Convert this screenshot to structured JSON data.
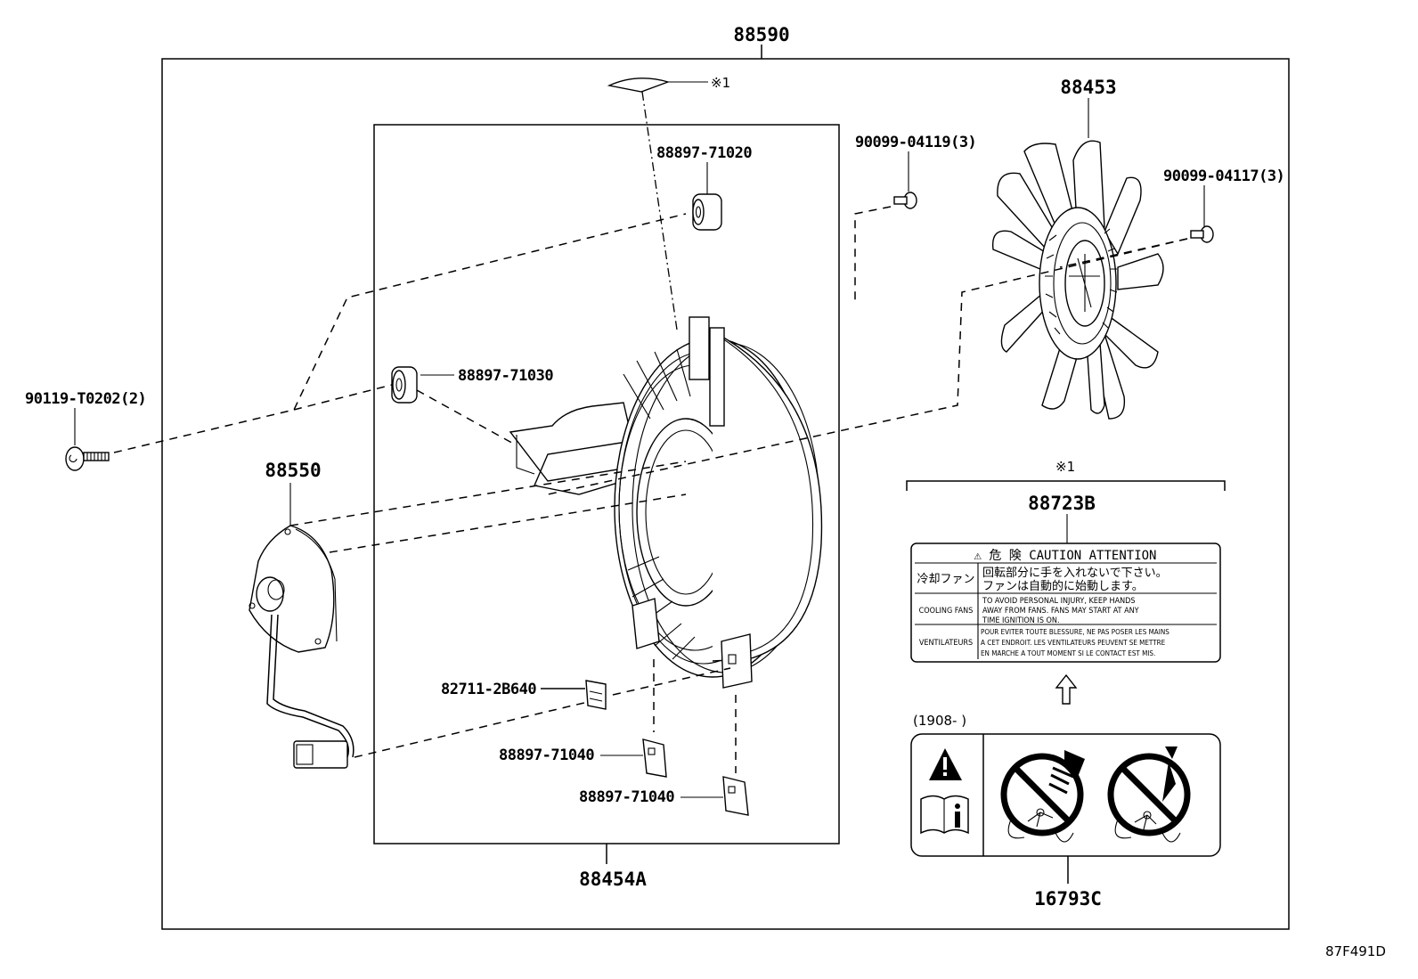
{
  "diagram": {
    "title_part": "88590",
    "reference_code": "87F491D",
    "note_marker": "※1",
    "parts": {
      "assembly_outer": "88590",
      "shroud_assembly": "88454A",
      "fan": "88453",
      "motor": "88550",
      "bolt_left": "90119-T0202(2)",
      "screw_shroud": "90099-04119(3)",
      "screw_fan": "90099-04117(3)",
      "grommet_top": "88897-71020",
      "grommet_side": "88897-71030",
      "clip": "82711-2B640",
      "cushion_1": "88897-71040",
      "cushion_2": "88897-71040",
      "caution_label": "88723B",
      "warning_label": "16793C"
    },
    "caution_label": {
      "header": "⚠  危  険  CAUTION  ATTENTION",
      "rows": [
        {
          "lang": "冷却ファン",
          "text_lines": [
            "回転部分に手を入れないで下さい。",
            "ファンは自動的に始動します。"
          ]
        },
        {
          "lang": "COOLING FANS",
          "text_lines": [
            "TO AVOID PERSONAL INJURY, KEEP HANDS",
            "AWAY FROM FANS. FANS MAY START AT ANY",
            "TIME IGNITION IS ON."
          ]
        },
        {
          "lang": "VENTILATEURS",
          "text_lines": [
            "POUR EVITER TOUTE BLESSURE, NE PAS POSER LES MAINS",
            "A CET ENDROIT. LES VENTILATEURS PEUVENT SE METTRE",
            "EN MARCHE A TOUT MOMENT SI LE CONTACT EST MIS."
          ]
        }
      ]
    },
    "warning_label": {
      "date_range": "(1908-        )",
      "icons": [
        "warning-triangle-icon",
        "manual-info-icon",
        "no-hand-in-fan-icon",
        "no-tool-in-fan-icon"
      ]
    }
  }
}
